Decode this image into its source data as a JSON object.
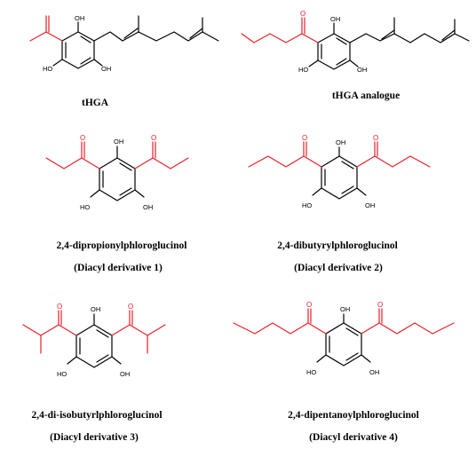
{
  "structures": [
    {
      "id": "thga",
      "name": "tHGA",
      "subtitle": "",
      "labels": {
        "oh_top": "OH",
        "oh_left": "HO",
        "oh_right": "OH"
      }
    },
    {
      "id": "thga-analogue",
      "name": "tHGA analogue",
      "subtitle": "",
      "labels": {
        "carbonyl_o": "O",
        "oh_top": "OH",
        "oh_left": "HO",
        "oh_right": "OH"
      }
    },
    {
      "id": "dipropionyl",
      "name": "2,4-dipropionylphloroglucinol",
      "subtitle": "(Diacyl derivative 1)",
      "labels": {
        "o_left": "O",
        "o_right": "O",
        "oh_top": "OH",
        "oh_left": "HO",
        "oh_right": "OH"
      }
    },
    {
      "id": "dibutyryl",
      "name": "2,4-dibutyrylphloroglucinol",
      "subtitle": "(Diacyl derivative 2)",
      "labels": {
        "o_left": "O",
        "o_right": "O",
        "oh_top": "OH",
        "oh_left": "HO",
        "oh_right": "OH"
      }
    },
    {
      "id": "diisobutyryl",
      "name": "2,4-di-isobutyrlphloroglucinol",
      "subtitle": "(Diacyl derivative 3)",
      "labels": {
        "o_left": "O",
        "o_right": "O",
        "oh_top": "OH",
        "oh_left": "HO",
        "oh_right": "OH"
      }
    },
    {
      "id": "dipentanoyl",
      "name": "2,4-dipentanoylphloroglucinol",
      "subtitle": "(Diacyl derivative 4)",
      "labels": {
        "o_left": "O",
        "o_right": "O",
        "oh_top": "OH",
        "oh_left": "HO",
        "oh_right": "OH"
      }
    }
  ],
  "colors": {
    "skeleton": "#000000",
    "acyl": "#e8202a"
  }
}
